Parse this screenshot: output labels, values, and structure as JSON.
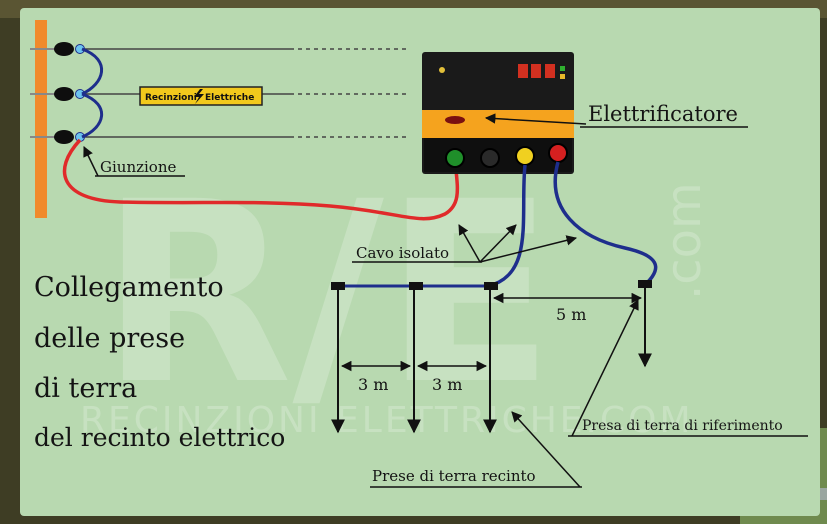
{
  "diagram": {
    "title_lines": [
      "Collegamento",
      "delle prese",
      "di terra",
      "del recinto elettrico"
    ],
    "labels": {
      "energizer": "Elettrificatore",
      "junction": "Giunzione",
      "insulated_cable": "Cavo isolato",
      "reference_ground": "Presa di terra di riferimento",
      "fence_grounds": "Prese di terra recinto",
      "spacing_a": "3 m",
      "spacing_b": "3 m",
      "spacing_ref": "5 m"
    },
    "sign": {
      "text_a": "Recinzioni",
      "text_b": "Elettriche"
    },
    "watermark": {
      "big": "R/E",
      "side": ".com",
      "bottom": "RECINZIONI ELETTRICHE.COM"
    },
    "colors": {
      "panel": "#b8d9b0",
      "post": "#f08a2c",
      "red_wire": "#e02a2a",
      "blue_wire": "#1e2e8c",
      "energizer_body": "#1a1a1a",
      "energizer_band": "#f5a31e",
      "sign_bg": "#f2c91c"
    }
  }
}
